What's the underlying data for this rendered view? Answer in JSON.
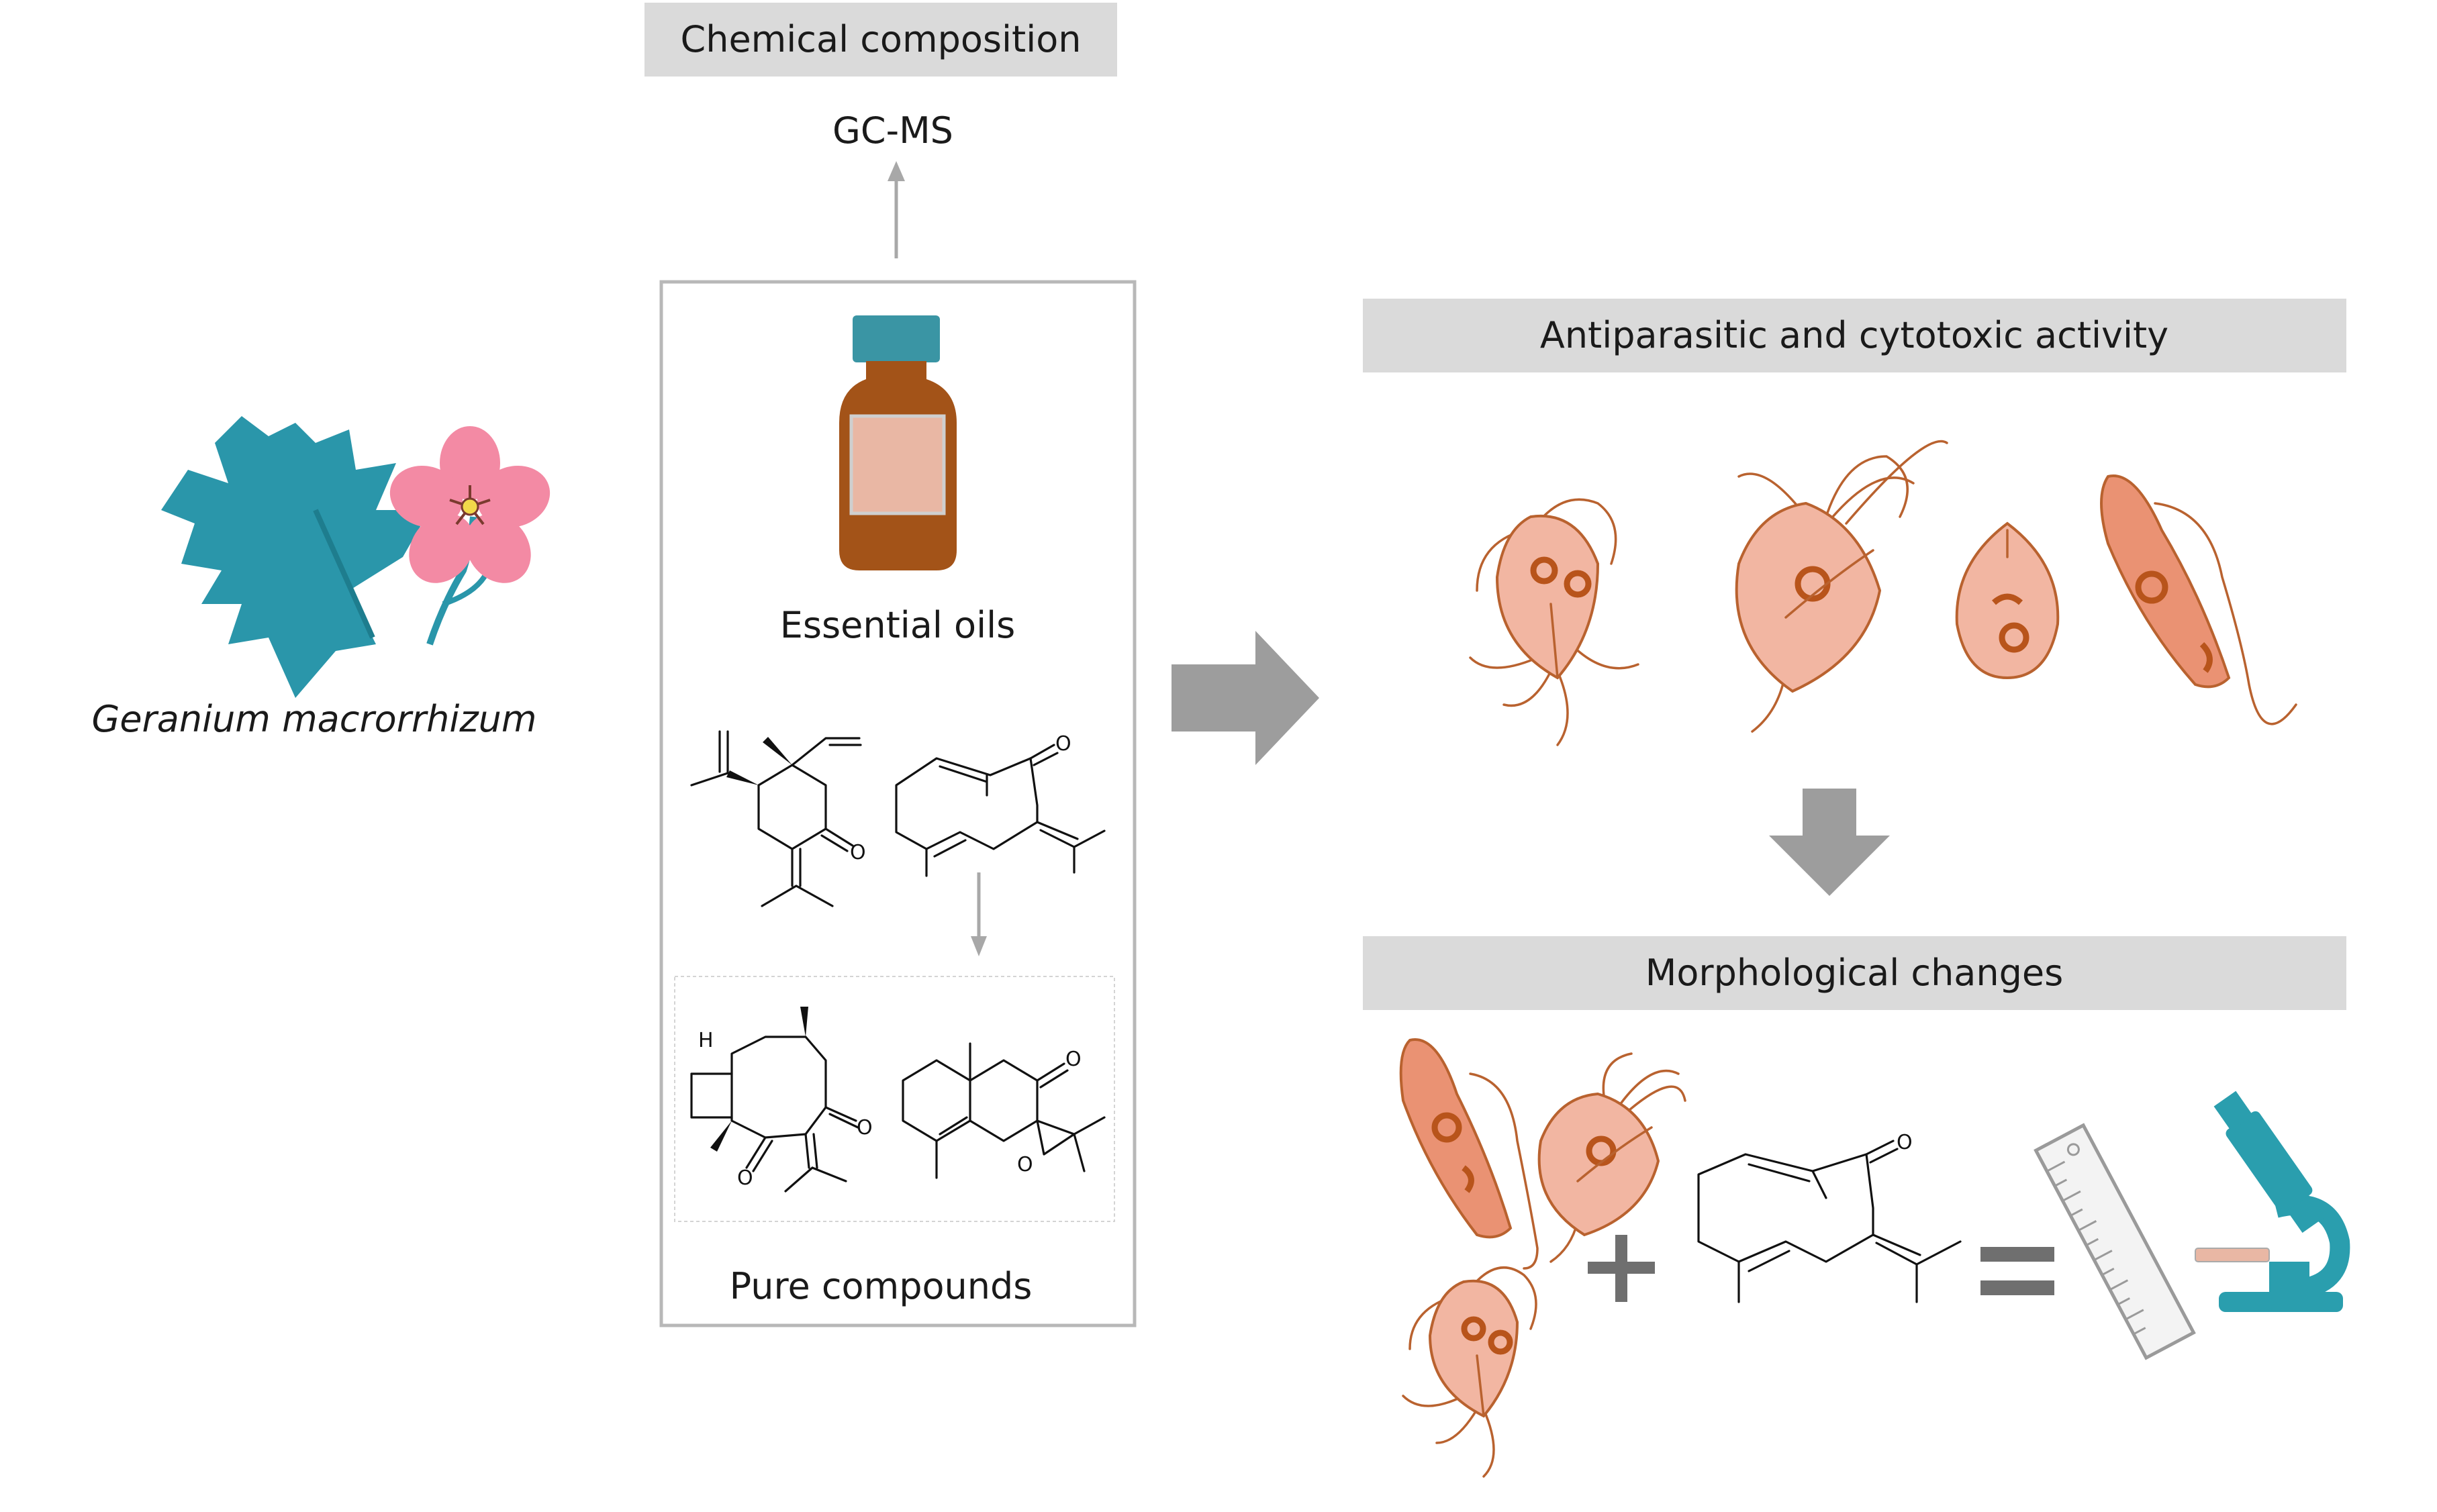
{
  "plant": {
    "name": "Geranium macrorrhizum"
  },
  "chemical": {
    "header": "Chemical composition",
    "method": "GC-MS"
  },
  "extraction": {
    "oils_label": "Essential oils",
    "compounds_label": "Pure compounds"
  },
  "activity": {
    "header": "Antiparasitic and cytotoxic activity"
  },
  "morphology": {
    "header": "Morphological changes"
  },
  "structures": {
    "oxygen": "O",
    "hydrogen": "H"
  },
  "colors": {
    "leaf": "#2a96aa",
    "petal": "#f38aa4",
    "bottle_body": "#a35318",
    "bottle_cap": "#3a95a4",
    "bottle_label": "#e9b7a4",
    "parasite_fill": "#f2b6a2",
    "parasite_outline": "#b9622f",
    "header_bg": "#dadada",
    "arrow": "#9d9d9d",
    "symbol": "#6f6f6f",
    "microscope": "#2a9eae"
  }
}
